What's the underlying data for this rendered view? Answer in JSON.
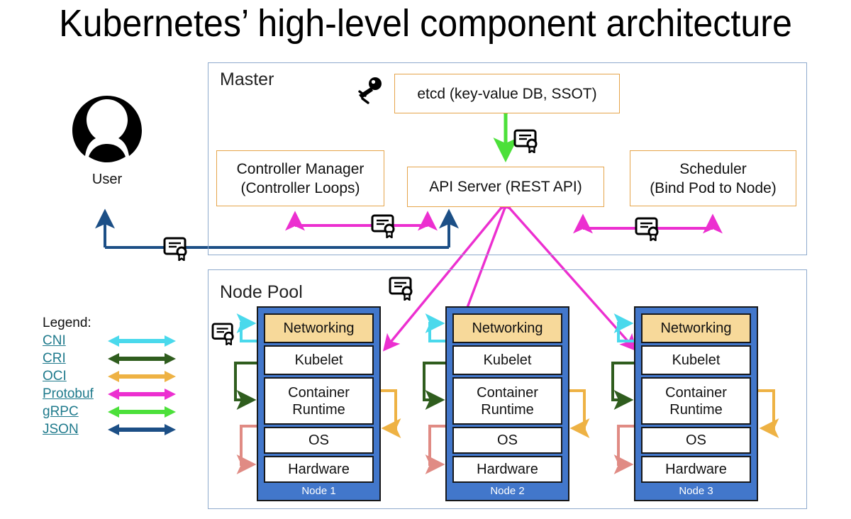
{
  "title": "Kubernetes’ high-level component architecture",
  "user": {
    "label": "User",
    "icon": "user-avatar-icon"
  },
  "master": {
    "label": "Master",
    "key_icon": "key-icon",
    "boxes": [
      {
        "id": "etcd",
        "label": "etcd (key-value DB, SSOT)"
      },
      {
        "id": "controller-manager",
        "label": "Controller Manager\n(Controller Loops)"
      },
      {
        "id": "api-server",
        "label": "API Server (REST API)"
      },
      {
        "id": "scheduler",
        "label": "Scheduler\n(Bind Pod to Node)"
      }
    ]
  },
  "node_pool": {
    "label": "Node Pool",
    "layers": [
      "Networking",
      "Kubelet",
      "Container\nRuntime",
      "OS",
      "Hardware"
    ],
    "nodes": [
      {
        "name": "Node 1"
      },
      {
        "name": "Node 2"
      },
      {
        "name": "Node 3"
      }
    ]
  },
  "legend": {
    "title": "Legend:",
    "items": [
      {
        "label": "CNI",
        "color": "#4ad9ec"
      },
      {
        "label": "CRI",
        "color": "#2f5d1e"
      },
      {
        "label": "OCI",
        "color": "#eeb244"
      },
      {
        "label": "Protobuf",
        "color": "#ec2fd0"
      },
      {
        "label": "gRPC",
        "color": "#4ce03a"
      },
      {
        "label": "JSON",
        "color": "#1c4f86"
      }
    ]
  },
  "colors": {
    "container_border": "#8faacd",
    "component_border": "#e5a44a",
    "node_fill": "#4277cb",
    "networking_fill": "#f7d99a",
    "legend_text": "#1f7a8c",
    "protobuf": "#ec2fd0",
    "grpc": "#4ce03a",
    "json": "#1c4f86",
    "cni": "#4ad9ec",
    "cri": "#2f5d1e",
    "oci": "#eeb244",
    "hardware_link": "#e08b84"
  },
  "icons": {
    "certificate": "certificate-icon",
    "key": "key-icon"
  }
}
